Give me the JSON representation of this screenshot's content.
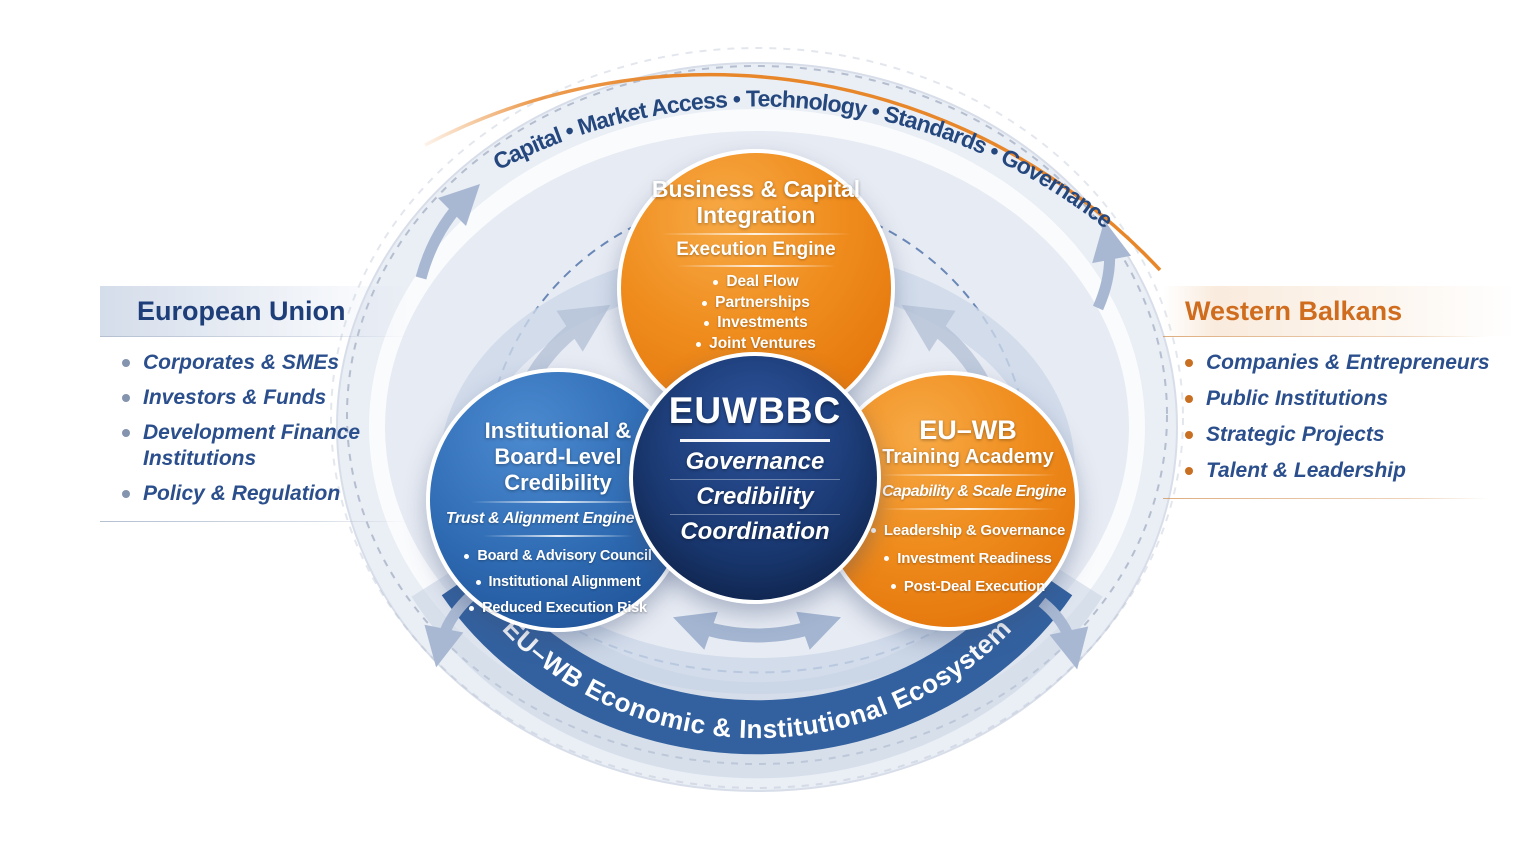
{
  "top_arc_text": "Capital • Market Access • Technology • Standards • Governance",
  "bottom_arc_text": "EU–WB Economic & Institutional Ecosystem",
  "left_panel": {
    "title": "European Union",
    "items": [
      "Corporates & SMEs",
      "Investors & Funds",
      "Development Finance Institutions",
      "Policy & Regulation"
    ]
  },
  "right_panel": {
    "title": "Western Balkans",
    "items": [
      "Companies & Entrepreneurs",
      "Public Institutions",
      "Strategic Projects",
      "Talent & Leadership"
    ]
  },
  "circle_top": {
    "title_line1": "Business & Capital",
    "title_line2": "Integration",
    "engine": "Execution Engine",
    "bullets": [
      "Deal Flow",
      "Partnerships",
      "Investments",
      "Joint Ventures"
    ]
  },
  "circle_left": {
    "title_line1": "Institutional &",
    "title_line2": "Board-Level",
    "title_line3": "Credibility",
    "engine": "Trust & Alignment Engine",
    "bullets": [
      "Board & Advisory Council",
      "Institutional Alignment",
      "Reduced Execution Risk"
    ]
  },
  "circle_right": {
    "title_line1": "EU–WB",
    "title_line2": "Training Academy",
    "engine": "Capability & Scale Engine",
    "bullets": [
      "Leadership & Governance",
      "Investment Readiness",
      "Post-Deal Execution"
    ]
  },
  "circle_center": {
    "title": "EUWBBC",
    "lines": [
      "Governance",
      "Credibility",
      "Coordination"
    ]
  },
  "colors": {
    "navy": "#1b3a74",
    "blue": "#2f6cb4",
    "orange": "#e87c12",
    "arc_text": "#24477e",
    "band": "#33619f",
    "panel_text": "#2b4f8c",
    "wb_title": "#cf6c1e",
    "ring_arrow": "#a9b8d2"
  }
}
